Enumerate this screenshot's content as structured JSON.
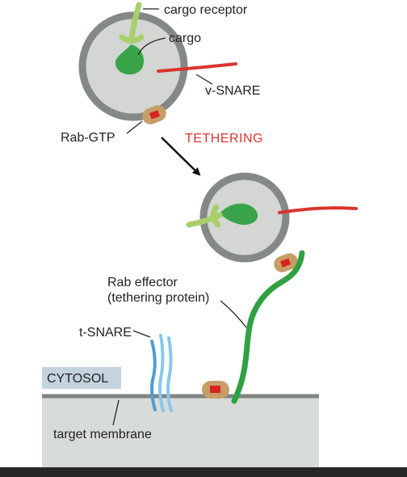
{
  "labels": {
    "cargo_receptor": "cargo receptor",
    "cargo": "cargo",
    "v_snare": "v-SNARE",
    "rab_gtp": "Rab-GTP",
    "tethering": "TETHERING",
    "rab_effector_line1": "Rab effector",
    "rab_effector_line2": "(tethering protein)",
    "t_snare": "t-SNARE",
    "cytosol": "CYTOSOL",
    "target_membrane": "target membrane"
  },
  "colors": {
    "vesicle_fill": "#d3d6d3",
    "vesicle_membrane": "#858985",
    "cargo_green": "#3aa44a",
    "receptor_green": "#a9cf6d",
    "v_snare_red": "#d9352d",
    "rab_tan": "#c79d67",
    "rab_red": "#d7241f",
    "effector_green": "#30a043",
    "t_snare_blue_dark": "#4b9fd7",
    "t_snare_blue_light": "#87c7ee",
    "membrane_fill": "#d8dcd9",
    "membrane_line": "#7f8581",
    "cytosol_box": "#c3d4df",
    "tethering_text": "#d9352d",
    "bottom_bar": "#262626"
  }
}
